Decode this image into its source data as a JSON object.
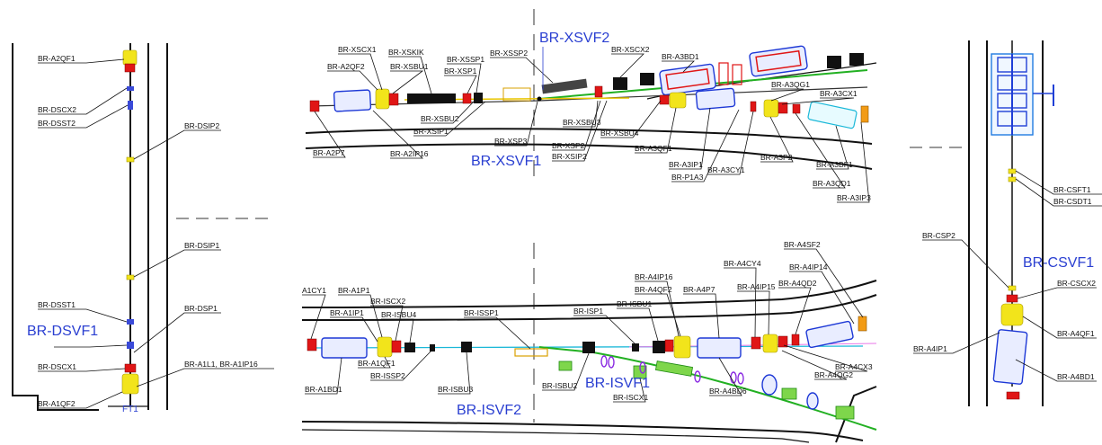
{
  "left_panel": {
    "labels": [
      "BR-A2QF1",
      "BR-DSCX2",
      "BR-DSST2",
      "BR-DSIP2",
      "BR-DSIP1",
      "BR-DSST1",
      "BR-DSP1",
      "BR-DSCX1",
      "BR-A1L1, BR-A1IP16",
      "BR-A1QF2"
    ],
    "valve": "BR-DSVF1",
    "bottom_mark": "FT1"
  },
  "top_panel": {
    "labels": [
      "BR-XSCX1",
      "BR-XSKIK",
      "BR-A2QF2",
      "BR-XSBU1",
      "BR-XSSP1",
      "BR-XSP1",
      "BR-XSSP2",
      "BR-XSCX2",
      "BR-A3BD1",
      "BR-A3QG1",
      "BR-A3CX1",
      "BR-XSBU2",
      "BR-XSIP1",
      "BR-XSP3",
      "BR-XSBU3",
      "BR-XSP2",
      "BR-XSIP2",
      "BR-XSBU4",
      "BR-A3QF1",
      "BR-A2P7",
      "BR-A2IP16",
      "BR-A3IP1",
      "BR-P1A3",
      "BR-A3CY1",
      "BR-A3P2",
      "BR-A3BF1",
      "BR-A3QD1",
      "BR-A3IP3"
    ],
    "valves": [
      "BR-XSVF2",
      "BR-XSVF1"
    ]
  },
  "bottom_panel": {
    "labels": [
      "BR-A4SF2",
      "BR-A4CY4",
      "BR-A4IP14",
      "BR-A4IP16",
      "BR-A4QF2",
      "BR-A4P7",
      "BR-A4IP15",
      "BR-A4QD2",
      "A1CY1",
      "BR-A1P1",
      "BR-ISCX2",
      "BR-A1IP1",
      "BR-ISBU4",
      "BR-ISSP1",
      "BR-ISP1",
      "BR-ISBU1",
      "BR-A1QF1",
      "BR-ISSP2",
      "BR-A1BD1",
      "BR-ISBU3",
      "BR-ISBU2",
      "BR-ISCX1",
      "BR-A4BD6",
      "BR-A4CX3",
      "BR-A4QG2"
    ],
    "valves": [
      "BR-ISVF1",
      "BR-ISVF2"
    ]
  },
  "right_panel": {
    "labels": [
      "BR-CSFT1",
      "BR-CSDT1",
      "BR-CSP2",
      "BR-CSCX2",
      "BR-A4QF1",
      "BR-A4IP1",
      "BR-A4BD1"
    ],
    "valve": "BR-CSVF1"
  },
  "colors": {
    "valve_text": "#2a3fd1",
    "quadrupole": "#f2e41b",
    "corrector": "#e01616",
    "dipole": "#1d38d6",
    "sextupole": "#1bb8d8",
    "diagnostic": "#7ed64b",
    "bellows": "#8a2be2"
  }
}
